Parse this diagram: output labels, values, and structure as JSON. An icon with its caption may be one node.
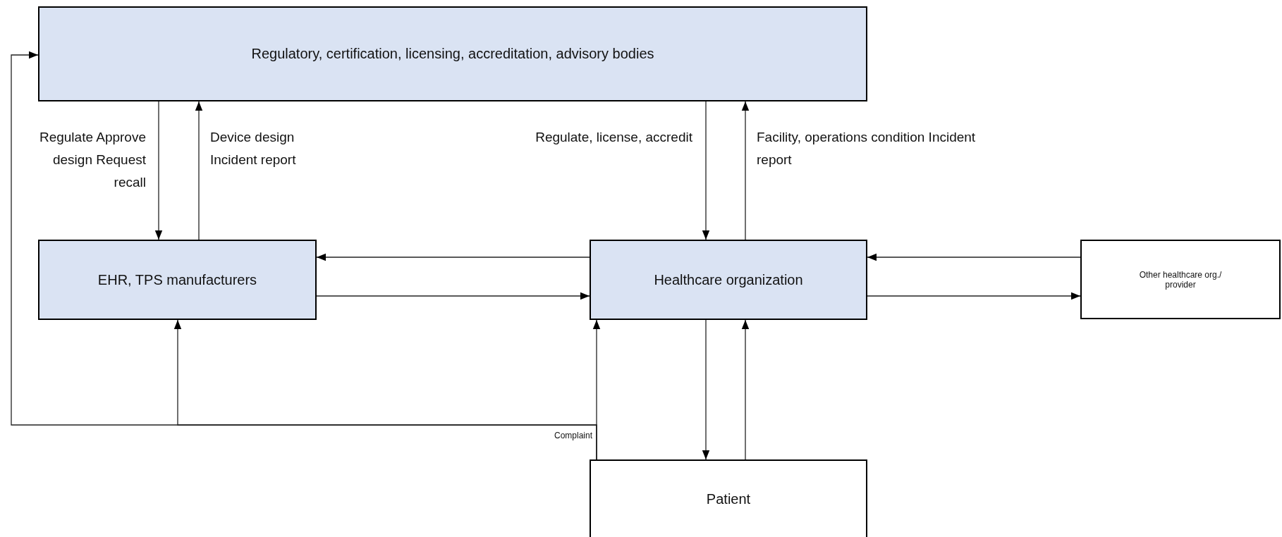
{
  "diagram": {
    "nodes": [
      {
        "text": [
          "Regulatory, certification, licensing, accreditation, advisory bodies"
        ]
      },
      {
        "text": [
          "EHR, TPS manufacturers"
        ]
      },
      {
        "text": [
          "Healthcare organization"
        ]
      },
      {
        "text": [
          "Other healthcare org./ provider"
        ]
      },
      {
        "text": [
          "Patient"
        ]
      }
    ],
    "edges": [
      {
        "from": 0,
        "to": 1,
        "arrow": "to",
        "label": "Regulate Approve design Request recall"
      },
      {
        "from": 1,
        "to": 0,
        "arrow": "to",
        "label": "Device design Incident report"
      },
      {
        "from": 0,
        "to": 2,
        "arrow": "to",
        "label": "Regulate, license, accredit"
      },
      {
        "from": 2,
        "to": 0,
        "arrow": "to",
        "label": "Facility, operations condition Incident report"
      },
      {
        "from": 2,
        "to": 1,
        "arrow": "to"
      },
      {
        "from": 1,
        "to": 2,
        "arrow": "to"
      },
      {
        "from": 3,
        "to": 2,
        "arrow": "to"
      },
      {
        "from": 2,
        "to": 3,
        "arrow": "to"
      },
      {
        "from": 2,
        "to": 4,
        "arrow": "to"
      },
      {
        "from": 4,
        "to": 2,
        "arrow": "to"
      },
      {
        "from": 4,
        "to": 2,
        "arrow": "to",
        "label": "Complaint"
      },
      {
        "from": 4,
        "to": 1,
        "arrow": "to"
      },
      {
        "from": 4,
        "to": 0,
        "arrow": "to"
      }
    ]
  }
}
